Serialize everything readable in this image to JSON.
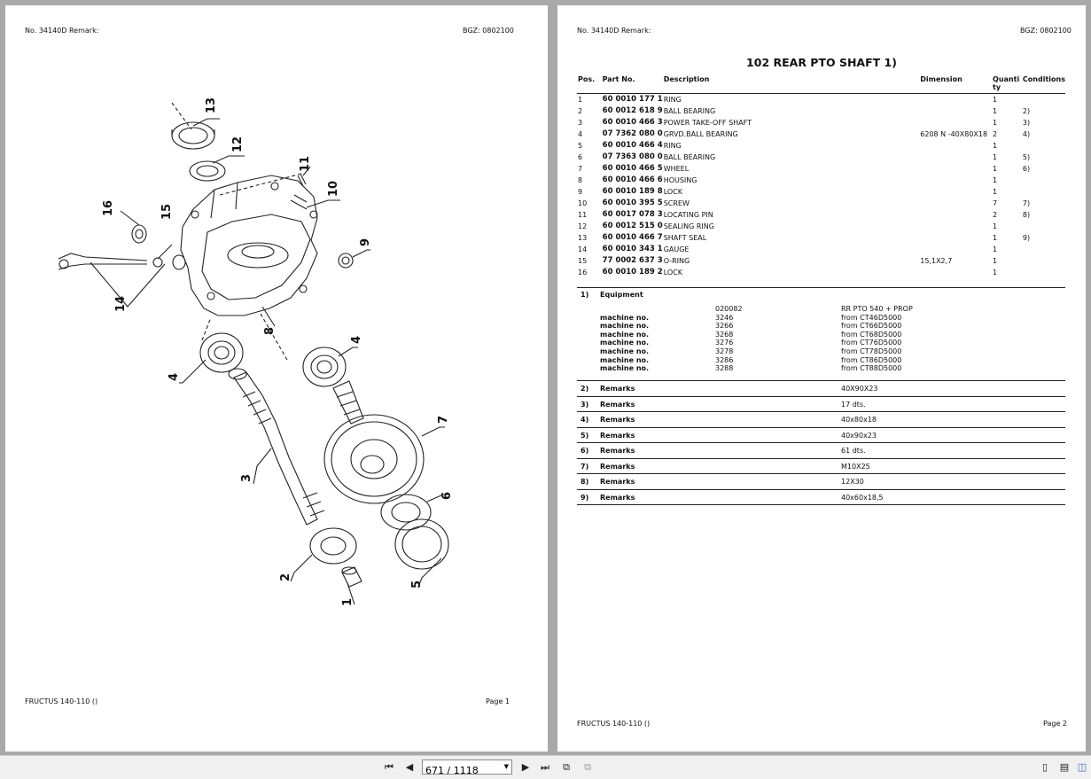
{
  "page1": {
    "header_left": "No. 34140D   Remark:",
    "header_right": "BGZ: 0802100",
    "footer_left": "FRUCTUS 140-110 ()",
    "footer_right": "Page 1",
    "callouts": [
      "13",
      "12",
      "11",
      "10",
      "16",
      "15",
      "9",
      "14",
      "8",
      "4",
      "4",
      "7",
      "3",
      "6",
      "2",
      "5",
      "1"
    ]
  },
  "page2": {
    "header_left": "No. 34140D   Remark:",
    "header_right": "BGZ: 0802100",
    "title": "102 REAR PTO SHAFT  1)",
    "columns": [
      "Pos.",
      "Part No.",
      "Description",
      "Dimension",
      "Quanti ty",
      "Conditions"
    ],
    "rows": [
      {
        "pos": "1",
        "part": "60 0010 177 1",
        "desc": "RING",
        "dim": "",
        "qty": "1",
        "cond": ""
      },
      {
        "pos": "2",
        "part": "60 0012 618 9",
        "desc": "BALL BEARING",
        "dim": "",
        "qty": "1",
        "cond": "2)"
      },
      {
        "pos": "3",
        "part": "60 0010 466 3",
        "desc": "POWER TAKE-OFF SHAFT",
        "dim": "",
        "qty": "1",
        "cond": "3)"
      },
      {
        "pos": "4",
        "part": "07 7362 080 0",
        "desc": "GRVD.BALL BEARING",
        "dim": "6208 N -40X80X18",
        "qty": "2",
        "cond": "4)"
      },
      {
        "pos": "5",
        "part": "60 0010 466 4",
        "desc": "RING",
        "dim": "",
        "qty": "1",
        "cond": ""
      },
      {
        "pos": "6",
        "part": "07 7363 080 0",
        "desc": "BALL BEARING",
        "dim": "",
        "qty": "1",
        "cond": "5)"
      },
      {
        "pos": "7",
        "part": "60 0010 466 5",
        "desc": "WHEEL",
        "dim": "",
        "qty": "1",
        "cond": "6)"
      },
      {
        "pos": "8",
        "part": "60 0010 466 6",
        "desc": "HOUSING",
        "dim": "",
        "qty": "1",
        "cond": ""
      },
      {
        "pos": "9",
        "part": "60 0010 189 8",
        "desc": "LOCK",
        "dim": "",
        "qty": "1",
        "cond": ""
      },
      {
        "pos": "10",
        "part": "60 0010 395 5",
        "desc": "SCREW",
        "dim": "",
        "qty": "7",
        "cond": "7)"
      },
      {
        "pos": "11",
        "part": "60 0017 078 3",
        "desc": "LOCATING PIN",
        "dim": "",
        "qty": "2",
        "cond": "8)"
      },
      {
        "pos": "12",
        "part": "60 0012 515 0",
        "desc": "SEALING RING",
        "dim": "",
        "qty": "1",
        "cond": ""
      },
      {
        "pos": "13",
        "part": "60 0010 466 7",
        "desc": "SHAFT SEAL",
        "dim": "",
        "qty": "1",
        "cond": "9)"
      },
      {
        "pos": "14",
        "part": "60 0010 343 1",
        "desc": "GAUGE",
        "dim": "",
        "qty": "1",
        "cond": ""
      },
      {
        "pos": "15",
        "part": "77 0002 637 3",
        "desc": "O-RING",
        "dim": "15,1X2,7",
        "qty": "1",
        "cond": ""
      },
      {
        "pos": "16",
        "part": "60 0010 189 2",
        "desc": "LOCK",
        "dim": "",
        "qty": "1",
        "cond": ""
      }
    ],
    "equipment": {
      "num": "1)",
      "label": "Equipment",
      "lines": [
        {
          "label": "",
          "code": "020082",
          "value": "RR PTO 540 + PROP"
        },
        {
          "label": "machine no.",
          "code": "3246",
          "value": "from CT46D5000"
        },
        {
          "label": "machine no.",
          "code": "3266",
          "value": "from CT66D5000"
        },
        {
          "label": "machine no.",
          "code": "3268",
          "value": "from CT68D5000"
        },
        {
          "label": "machine no.",
          "code": "3276",
          "value": "from CT76D5000"
        },
        {
          "label": "machine no.",
          "code": "3278",
          "value": "from CT78D5000"
        },
        {
          "label": "machine no.",
          "code": "3286",
          "value": "from CT86D5000"
        },
        {
          "label": "machine no.",
          "code": "3288",
          "value": "from CT88D5000"
        }
      ]
    },
    "remarks": [
      {
        "num": "2)",
        "label": "Remarks",
        "value": "40X90X23"
      },
      {
        "num": "3)",
        "label": "Remarks",
        "value": "17 dts."
      },
      {
        "num": "4)",
        "label": "Remarks",
        "value": "40x80x18"
      },
      {
        "num": "5)",
        "label": "Remarks",
        "value": "40x90x23"
      },
      {
        "num": "6)",
        "label": "Remarks",
        "value": "61 dts."
      },
      {
        "num": "7)",
        "label": "Remarks",
        "value": "M10X25"
      },
      {
        "num": "8)",
        "label": "Remarks",
        "value": "12X30"
      },
      {
        "num": "9)",
        "label": "Remarks",
        "value": "40x60x18,5"
      }
    ],
    "footer_left": "FRUCTUS 140-110 ()",
    "footer_right": "Page 2"
  },
  "toolbar": {
    "page_value": "671 / 1118",
    "icons": [
      "first-page-icon",
      "prev-page-icon",
      "next-page-icon",
      "last-page-icon",
      "rotate-icon",
      "copy-page-icon",
      "single-page-icon",
      "continuous-page-icon",
      "two-page-icon"
    ]
  }
}
